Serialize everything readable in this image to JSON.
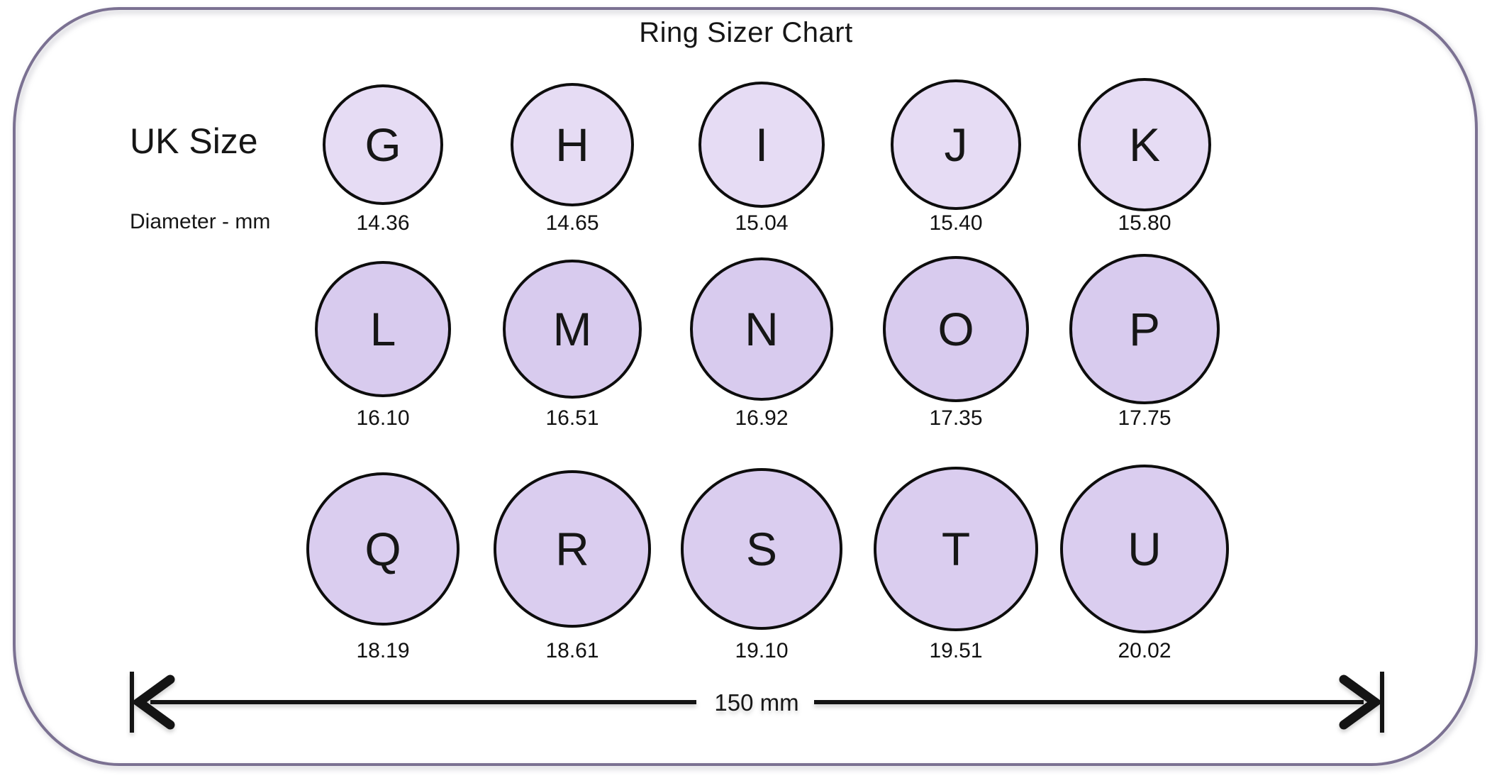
{
  "title": "Ring Sizer Chart",
  "side_labels": {
    "uk_size": "UK Size",
    "diameter_unit": "Diameter - mm"
  },
  "scale_bar": {
    "label": "150 mm",
    "length_mm": 150
  },
  "colors": {
    "frame_border": "#7b7192",
    "circle_outline": "#0d0d0d",
    "row_fills": [
      "#E6DCF4",
      "#D8CBEE",
      "#DACDEF"
    ],
    "text": "#161616"
  },
  "chart_data": {
    "type": "table",
    "title": "Ring Sizer Chart",
    "columns": [
      "UK Size",
      "Diameter - mm"
    ],
    "rows": [
      {
        "items": [
          {
            "uk_size": "G",
            "diameter_mm": "14.36"
          },
          {
            "uk_size": "H",
            "diameter_mm": "14.65"
          },
          {
            "uk_size": "I",
            "diameter_mm": "15.04"
          },
          {
            "uk_size": "J",
            "diameter_mm": "15.40"
          },
          {
            "uk_size": "K",
            "diameter_mm": "15.80"
          }
        ]
      },
      {
        "items": [
          {
            "uk_size": "L",
            "diameter_mm": "16.10"
          },
          {
            "uk_size": "M",
            "diameter_mm": "16.51"
          },
          {
            "uk_size": "N",
            "diameter_mm": "16.92"
          },
          {
            "uk_size": "O",
            "diameter_mm": "17.35"
          },
          {
            "uk_size": "P",
            "diameter_mm": "17.75"
          }
        ]
      },
      {
        "items": [
          {
            "uk_size": "Q",
            "diameter_mm": "18.19"
          },
          {
            "uk_size": "R",
            "diameter_mm": "18.61"
          },
          {
            "uk_size": "S",
            "diameter_mm": "19.10"
          },
          {
            "uk_size": "T",
            "diameter_mm": "19.51"
          },
          {
            "uk_size": "U",
            "diameter_mm": "20.02"
          }
        ]
      }
    ],
    "scale_reference_mm": 150
  }
}
